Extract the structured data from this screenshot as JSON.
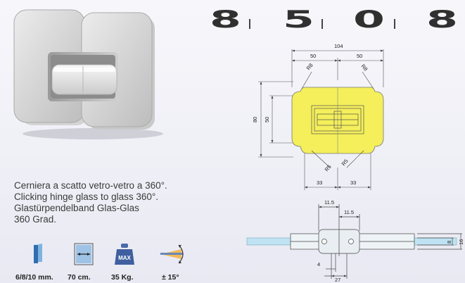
{
  "product": {
    "code_digits": [
      "8",
      "5",
      "0",
      "8"
    ]
  },
  "description": {
    "lines": [
      "Cerniera a scatto vetro-vetro a 360°.",
      "Clicking hinge glass to glass 360°.",
      "Glastürpendelband Glas-Glas",
      "360 Grad."
    ]
  },
  "specs": [
    {
      "icon": "glass-thickness-icon",
      "label": "6/8/10 mm."
    },
    {
      "icon": "door-width-icon",
      "label": "70 cm."
    },
    {
      "icon": "weight-icon",
      "label": "35 Kg.",
      "icon_text": "MAX"
    },
    {
      "icon": "swing-angle-icon",
      "label": "± 15°"
    }
  ],
  "drawing_front": {
    "total_width": "104",
    "half_left": "50",
    "half_right": "50",
    "radius_top_left": "R8",
    "radius_top_right": "R8",
    "radius_bottom_left": "R5",
    "radius_bottom_right": "R5",
    "height_outer": "80",
    "height_inner": "50",
    "bottom_left": "33",
    "bottom_right": "33"
  },
  "drawing_side": {
    "dim_a": "11.5",
    "dim_b": "11.5",
    "dim_thickness": "8",
    "dim_total": "16",
    "dim_gap": "4",
    "dim_base": "27"
  },
  "colors": {
    "plate_yellow": "#f4ef5a",
    "glass_blue": "#bfe3f2",
    "line": "#555555"
  }
}
